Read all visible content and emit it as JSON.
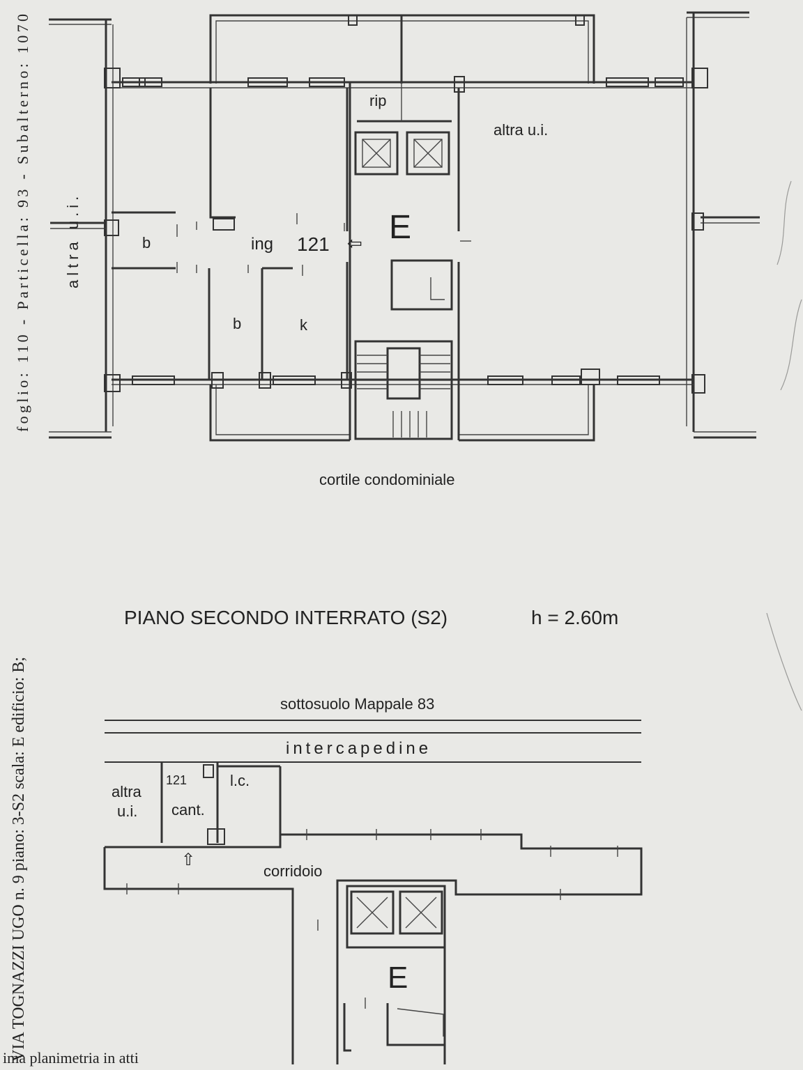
{
  "side_text": "VIA TOGNAZZI UGO n. 9 piano: 3-S2 scala: E edificio: B;",
  "side_text_top": "foglio: 110 - Particella: 93 - Subalterno: 1070",
  "bottom_note": "ima planimetria in atti",
  "upper_plan": {
    "rip": "rip",
    "altra_ui_right": "altra u.i.",
    "altra_ui_left": "altra u.i.",
    "stair_label": "E",
    "b_left": "b",
    "ing": "ing",
    "unit_number": "121",
    "b_center": "b",
    "k": "k",
    "courtyard": "cortile condominiale"
  },
  "section_title": "PIANO SECONDO INTERRATO (S2)",
  "height_label": "h = 2.60m",
  "lower_plan": {
    "sottosuolo": "sottosuolo Mappale 83",
    "intercapedine": "intercapedine",
    "altra": "altra",
    "ui": "u.i.",
    "unit_number": "121",
    "cant": "cant.",
    "lc": "l.c.",
    "corridoio": "corridoio",
    "stair_label": "E"
  }
}
